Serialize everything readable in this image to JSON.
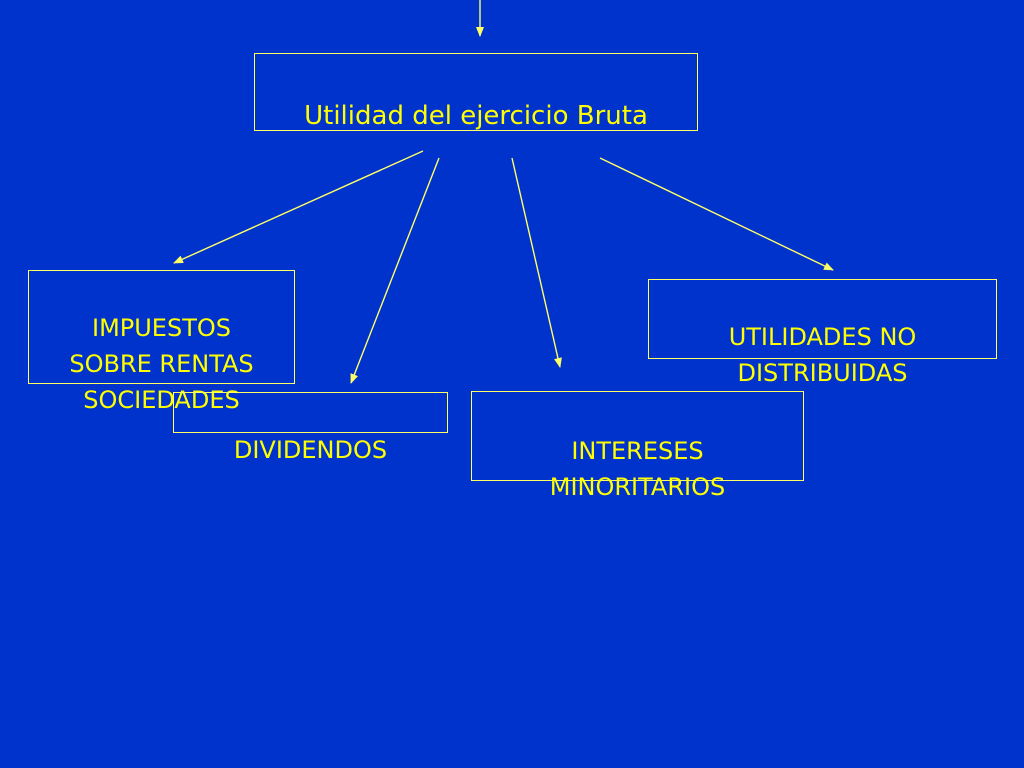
{
  "colors": {
    "background": "#0033cc",
    "line": "#ffff66",
    "text": "#ffff00"
  },
  "diagram": {
    "root": {
      "label": "Utilidad del ejercicio Bruta"
    },
    "children": {
      "impuestos": {
        "label": "IMPUESTOS\nSOBRE RENTAS\nSOCIEDADES"
      },
      "dividendos": {
        "label": "DIVIDENDOS"
      },
      "intereses": {
        "label": "INTERESES\nMINORITARIOS"
      },
      "utilidades": {
        "label": "UTILIDADES NO\nDISTRIBUIDAS"
      }
    },
    "edges": [
      {
        "from": "above",
        "to": "root"
      },
      {
        "from": "root",
        "to": "impuestos"
      },
      {
        "from": "root",
        "to": "dividendos"
      },
      {
        "from": "root",
        "to": "intereses"
      },
      {
        "from": "root",
        "to": "utilidades"
      }
    ]
  }
}
